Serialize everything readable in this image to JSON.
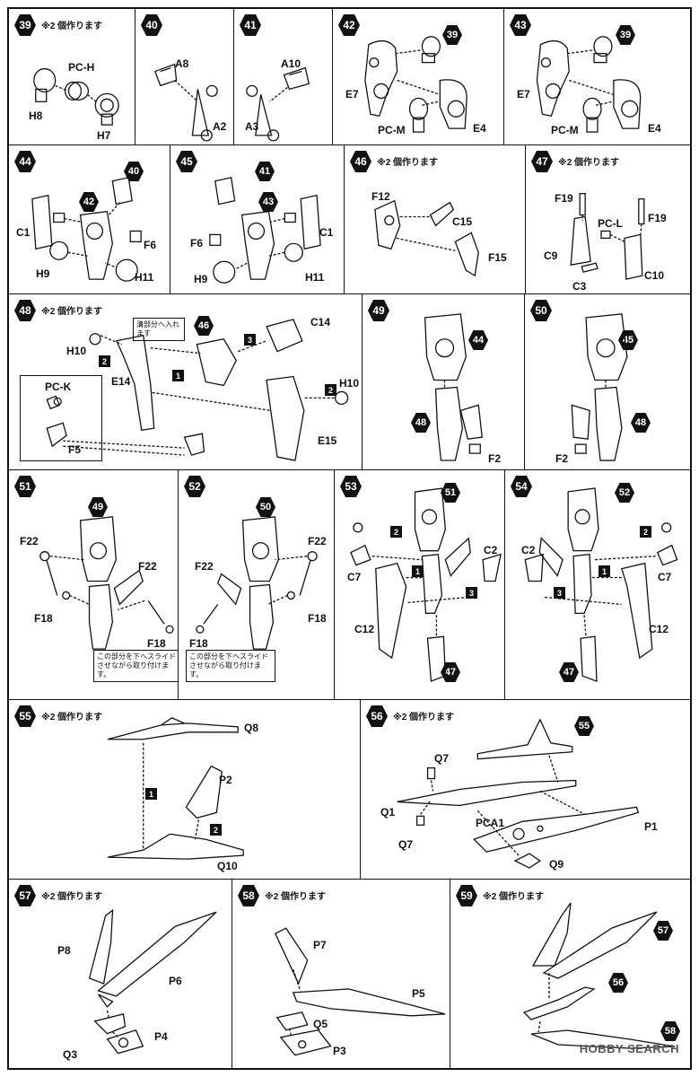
{
  "note_make_two": "※2 個作ります",
  "note_groove": "溝部分へ入れます",
  "note_slide": "この部分を下へスライドさせながら取り付けます。",
  "watermark": "HOBBY SEARCH",
  "steps": {
    "s39": {
      "num": "39",
      "labels": [
        "PC-H",
        "H8",
        "H7"
      ]
    },
    "s40": {
      "num": "40",
      "labels": [
        "A8",
        "A2"
      ]
    },
    "s41": {
      "num": "41",
      "labels": [
        "A10",
        "A3"
      ]
    },
    "s42": {
      "num": "42",
      "ref": "39",
      "labels": [
        "E7",
        "PC-M",
        "E4"
      ]
    },
    "s43": {
      "num": "43",
      "ref": "39",
      "labels": [
        "E7",
        "PC-M",
        "E4"
      ]
    },
    "s44": {
      "num": "44",
      "refs": [
        "40",
        "42"
      ],
      "labels": [
        "C1",
        "F6",
        "H9",
        "H11"
      ]
    },
    "s45": {
      "num": "45",
      "refs": [
        "41",
        "43"
      ],
      "labels": [
        "F6",
        "C1",
        "H9",
        "H11"
      ]
    },
    "s46": {
      "num": "46",
      "labels": [
        "F12",
        "C15",
        "F15"
      ]
    },
    "s47": {
      "num": "47",
      "labels": [
        "F19",
        "PC-L",
        "F19",
        "C9",
        "C3",
        "C10"
      ]
    },
    "s48": {
      "num": "48",
      "ref": "46",
      "labels": [
        "H10",
        "C14",
        "E14",
        "PC-K",
        "F5",
        "H10",
        "E15"
      ],
      "substeps": [
        "1",
        "2",
        "3",
        "2"
      ]
    },
    "s49": {
      "num": "49",
      "refs": [
        "44",
        "48"
      ],
      "labels": [
        "F2"
      ]
    },
    "s50": {
      "num": "50",
      "refs": [
        "45",
        "48"
      ],
      "labels": [
        "F2"
      ]
    },
    "s51": {
      "num": "51",
      "ref": "49",
      "labels": [
        "F22",
        "F22",
        "F18",
        "F18"
      ]
    },
    "s52": {
      "num": "52",
      "ref": "50",
      "labels": [
        "F22",
        "F22",
        "F18",
        "F18"
      ]
    },
    "s53": {
      "num": "53",
      "refs": [
        "51",
        "47"
      ],
      "labels": [
        "C2",
        "C7",
        "C12"
      ],
      "substeps": [
        "2",
        "1",
        "3"
      ]
    },
    "s54": {
      "num": "54",
      "refs": [
        "52",
        "47"
      ],
      "labels": [
        "C2",
        "C7",
        "C12"
      ],
      "substeps": [
        "2",
        "1",
        "3"
      ]
    },
    "s55": {
      "num": "55",
      "labels": [
        "Q8",
        "P2",
        "Q10"
      ],
      "substeps": [
        "1",
        "2"
      ]
    },
    "s56": {
      "num": "56",
      "ref": "55",
      "labels": [
        "Q7",
        "Q1",
        "PCA1",
        "P1",
        "Q7",
        "Q9"
      ]
    },
    "s57": {
      "num": "57",
      "labels": [
        "P8",
        "P6",
        "P4",
        "Q3"
      ]
    },
    "s58": {
      "num": "58",
      "labels": [
        "P7",
        "P5",
        "Q5",
        "P3"
      ]
    },
    "s59": {
      "num": "59",
      "refs": [
        "57",
        "56",
        "58"
      ]
    }
  }
}
